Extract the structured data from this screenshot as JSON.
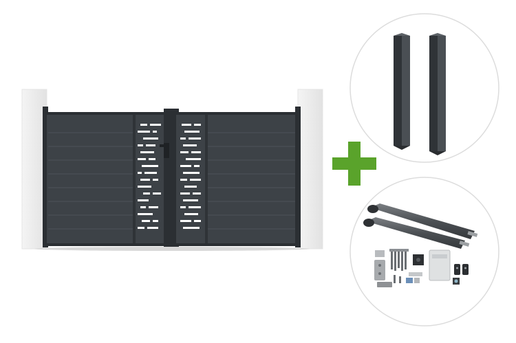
{
  "scene": {
    "main_product": "double-swing-gate",
    "addons": [
      "gate-posts-pair",
      "swing-gate-motor-kit"
    ],
    "connector_icon": "plus-icon"
  },
  "colors": {
    "gate": "#3d4247",
    "gate_dark": "#2b2f33",
    "panel_line": "#4b5157",
    "pillar": "#eeeeee",
    "plus": "#5aa32b",
    "circle_border": "#dcdcdc",
    "post": "#44494e",
    "actuator": "#5a5e62",
    "control_box": "#e1e3e4"
  }
}
